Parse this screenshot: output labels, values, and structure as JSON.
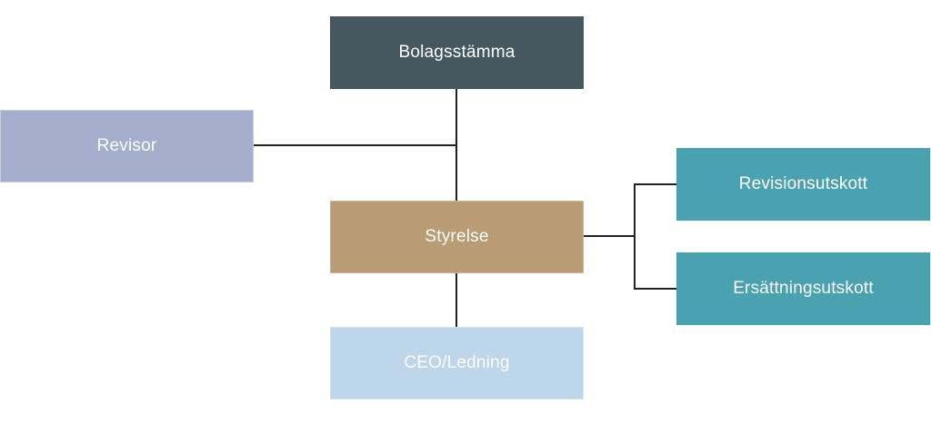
{
  "diagram": {
    "nodes": {
      "bolagsstamma": {
        "label": "Bolagsstämma",
        "color": "#46585f"
      },
      "revisor": {
        "label": "Revisor",
        "color": "#a6aece"
      },
      "styrelse": {
        "label": "Styrelse",
        "color": "#b99c74"
      },
      "ceo": {
        "label": "CEO/Ledning",
        "color": "#bed6ea"
      },
      "revisionsutskott": {
        "label": "Revisionsutskott",
        "color": "#4aa2b1"
      },
      "ersattningsutskott": {
        "label": "Ersättningsutskott",
        "color": "#4aa2b1"
      }
    },
    "edges": [
      {
        "from": "bolagsstamma",
        "to": "styrelse"
      },
      {
        "from": "revisor",
        "to": "bolagsstamma-styrelse-line"
      },
      {
        "from": "styrelse",
        "to": "ceo"
      },
      {
        "from": "styrelse",
        "to": "revisionsutskott"
      },
      {
        "from": "styrelse",
        "to": "ersattningsutskott"
      }
    ],
    "connector_color": "#222222"
  }
}
